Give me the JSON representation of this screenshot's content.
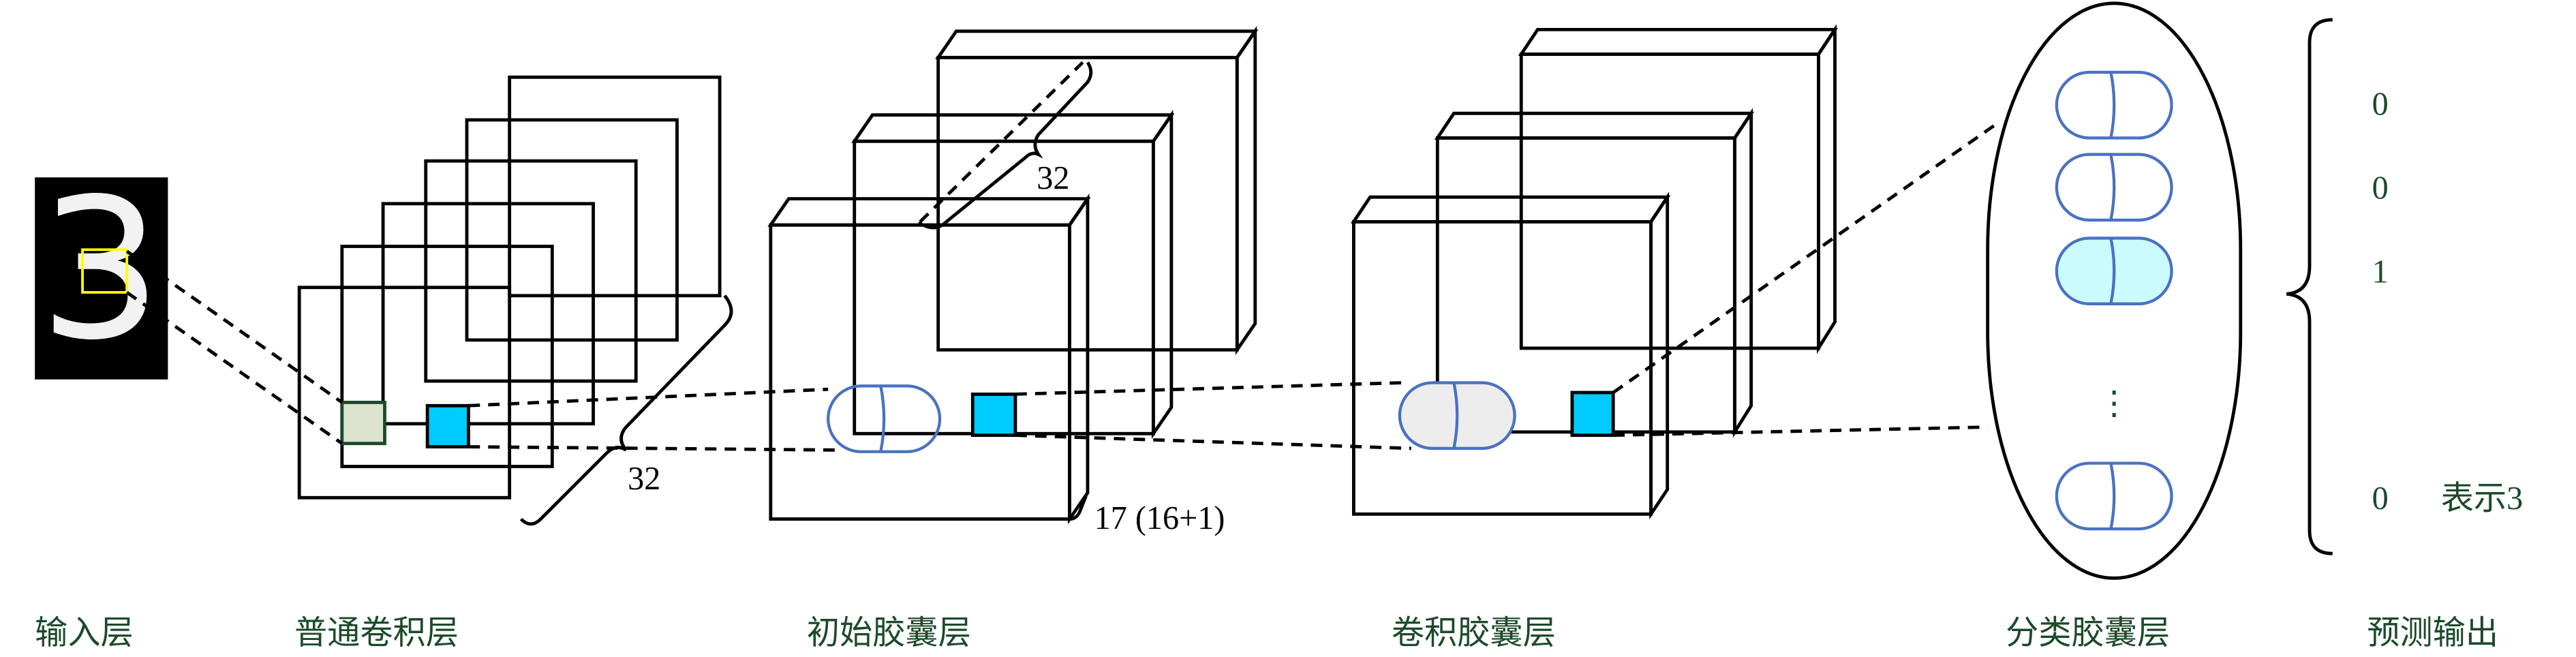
{
  "title": "Capsule network architecture",
  "colors": {
    "label_text": "#1c4a2a",
    "conv_gray": "#d3d3d3",
    "conv_blue": "#e6ecf6",
    "primary_caps": "#ededed",
    "conv_caps": "#e6ecf6",
    "kernel_cyan": "#00ccff",
    "receptive_field": "#dce3cc",
    "capsule_stroke": "#4a72c0",
    "active_capsule": "#ccfbff",
    "yellow_box": "#ffff00"
  },
  "layers": [
    {
      "id": "input",
      "label": "输入层"
    },
    {
      "id": "conv",
      "label": "普通卷积层",
      "depth_label": "32"
    },
    {
      "id": "primary_caps",
      "label": "初始胶囊层",
      "depth_label": "32",
      "capsule_dim_label": "17 (16+1)"
    },
    {
      "id": "conv_caps",
      "label": "卷积胶囊层"
    },
    {
      "id": "class_caps",
      "label": "分类胶囊层",
      "ellipsis": "⋮"
    },
    {
      "id": "prediction",
      "label": "预测输出"
    }
  ],
  "prediction": {
    "values": [
      "0",
      "0",
      "1",
      "0"
    ],
    "note": "表示3"
  },
  "input_digit": "3"
}
